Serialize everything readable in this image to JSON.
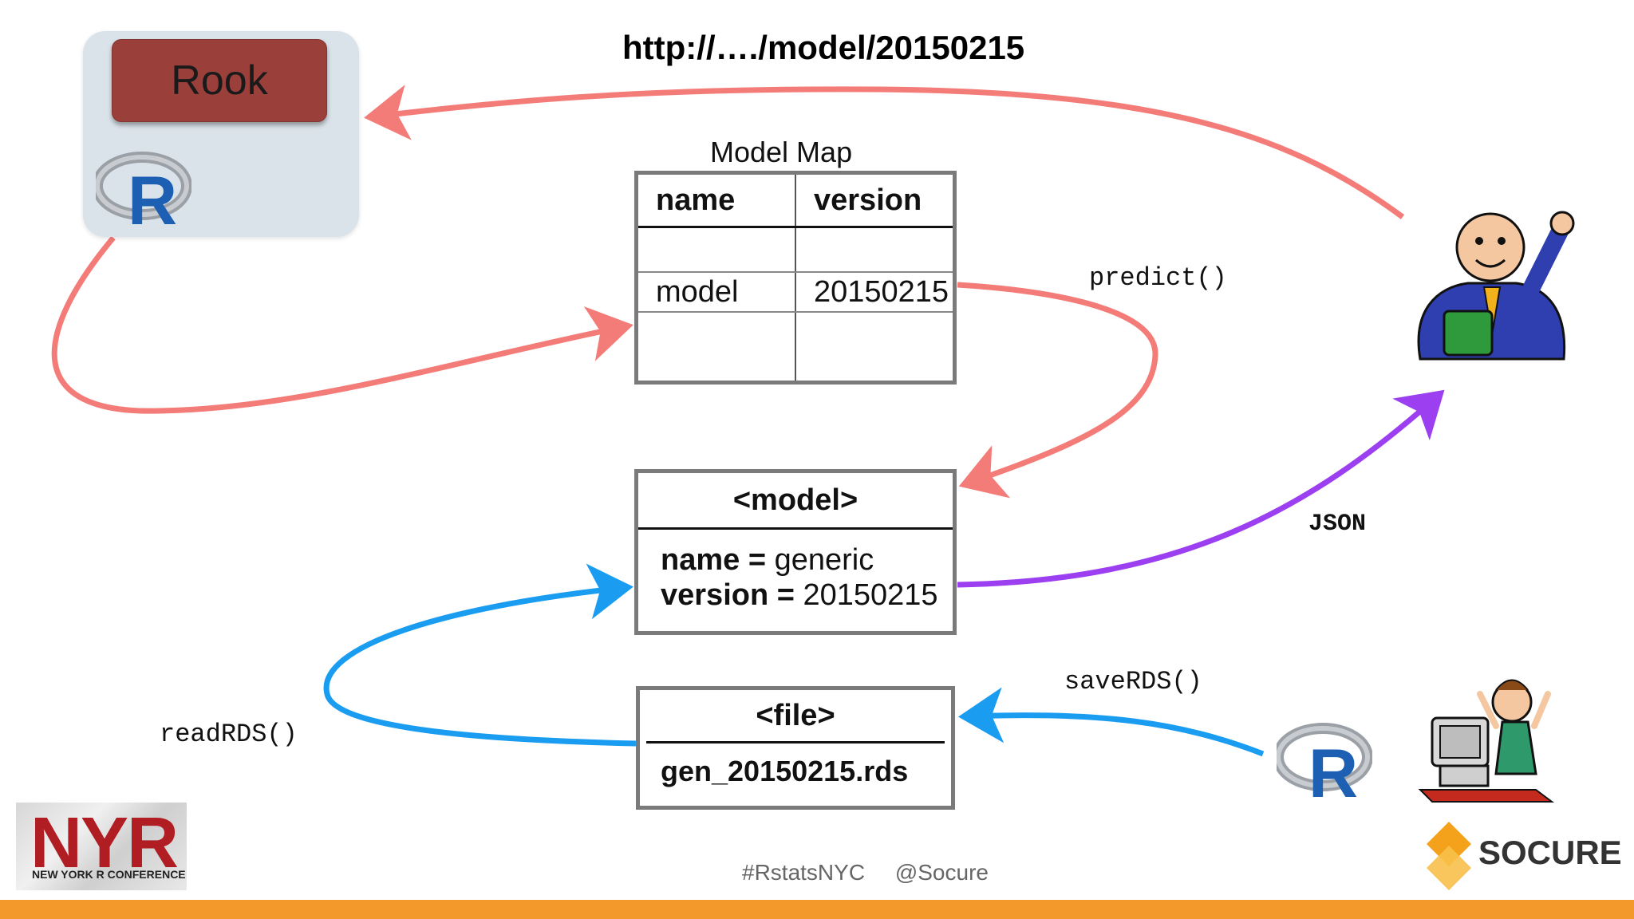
{
  "title": "http://…./model/20150215",
  "rook": {
    "label": "Rook"
  },
  "model_map": {
    "caption": "Model Map",
    "headers": [
      "name",
      "version"
    ],
    "rows": [
      [
        "",
        ""
      ],
      [
        "model",
        "20150215"
      ],
      [
        "",
        ""
      ]
    ]
  },
  "model_box": {
    "title": "<model>",
    "fields": [
      {
        "key": "name =",
        "value": "generic"
      },
      {
        "key": "version =",
        "value": "20150215"
      }
    ]
  },
  "file_box": {
    "title": "<file>",
    "filename": "gen_20150215.rds"
  },
  "labels": {
    "predict": "predict()",
    "json": "JSON",
    "saveRDS": "saveRDS()",
    "readRDS": "readRDS()"
  },
  "r_logo": {
    "letter": "R"
  },
  "footer": {
    "hashtag": "#RstatsNYC",
    "handle": "@Socure"
  },
  "nyr_logo": {
    "letters": "NYR",
    "subtitle": "NEW YORK R CONFERENCE"
  },
  "socure_logo": {
    "text": "SOCURE"
  },
  "colors": {
    "red_arrow": "#f47c78",
    "purple_arrow": "#9b3ff0",
    "blue_arrow": "#1a9cf0",
    "rook_button": "#9b3f3a",
    "orange_strip": "#f3982a",
    "r_blue": "#1c5fb3"
  }
}
